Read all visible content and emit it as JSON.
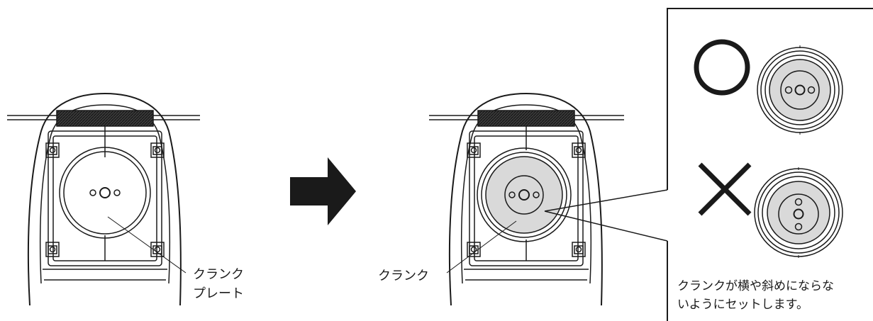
{
  "left_device": {
    "callout_line1": "クランク",
    "callout_line2": "プレート"
  },
  "arrow": {
    "icon": "right-arrow-icon"
  },
  "right_device": {
    "callout": "クランク"
  },
  "detail_panel": {
    "correct_icon": "circle-ok-icon",
    "wrong_icon": "cross-ng-icon",
    "note_line1": "クランクが横や斜めにならな",
    "note_line2": "いようにセットします。"
  },
  "colors": {
    "line": "#1a1a1a",
    "fill_gray": "#d9d9d9",
    "band": "#2b2b2b"
  }
}
